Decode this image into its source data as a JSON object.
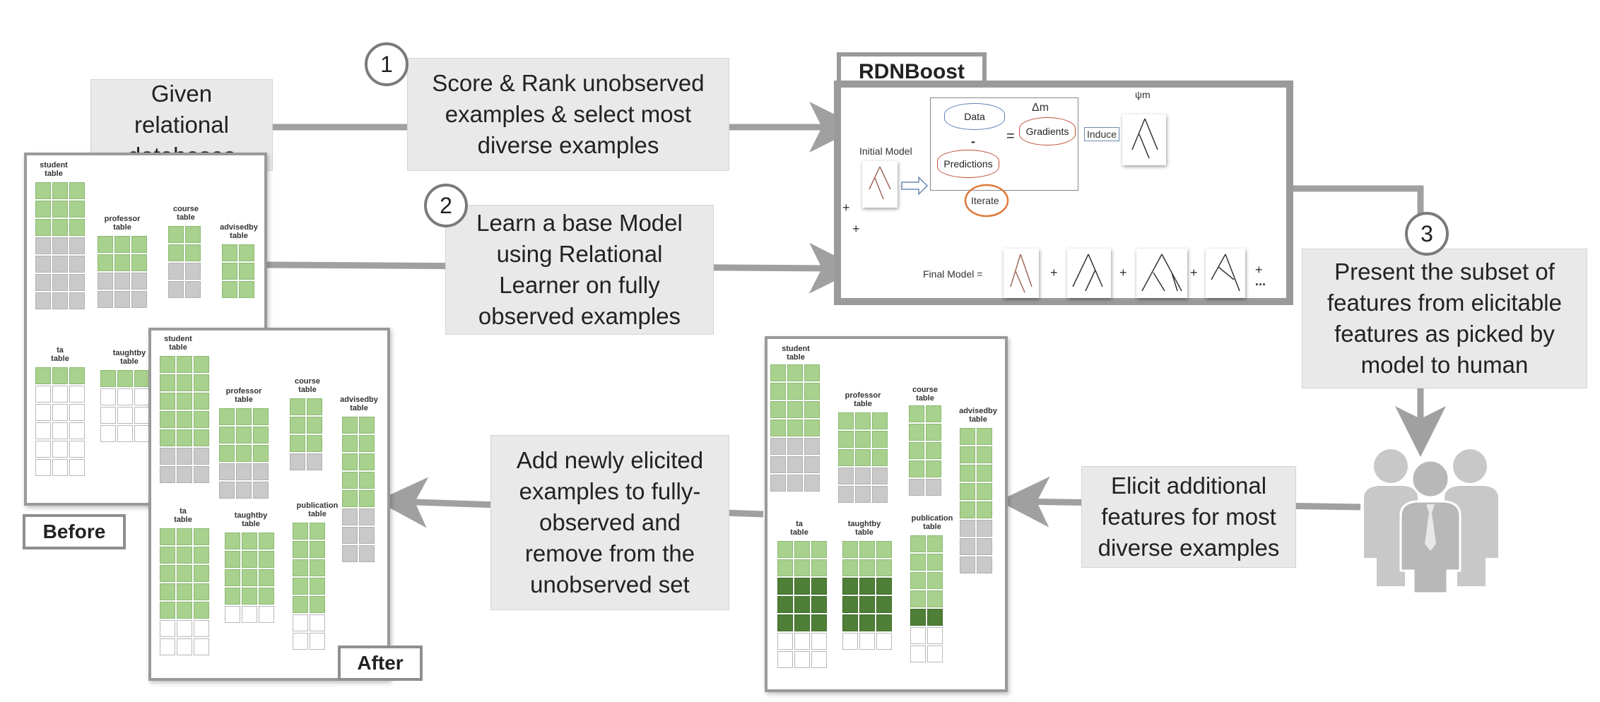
{
  "given_box": {
    "text": "Given\nrelational\ndatabases"
  },
  "step1": {
    "number": "1",
    "text": "Score & Rank unobserved\nexamples & select most\ndiverse examples"
  },
  "step2": {
    "number": "2",
    "text": "Learn a base Model\nusing Relational\nLearner on fully\nobserved examples"
  },
  "step3": {
    "number": "3",
    "text": "Present the subset of\nfeatures from elicitable\nfeatures as picked by\nmodel to human"
  },
  "add_box": {
    "text": "Add newly elicited\nexamples to fully-\nobserved and\nremove from the\nunobserved set"
  },
  "elicit_box": {
    "text": "Elicit additional\nfeatures for most\ndiverse examples"
  },
  "rdnboost": {
    "title": "RDNBoost",
    "initial_model": "Initial Model",
    "data": "Data",
    "minus": "-",
    "predictions": "Predictions",
    "equals": "=",
    "delta": "Δm",
    "gradients": "Gradients",
    "induce": "Induce",
    "psi": "ψm",
    "iterate": "Iterate",
    "final_model": "Final Model =",
    "plus": "+",
    "ellipsis": "..."
  },
  "db_labels": {
    "student": "student\ntable",
    "professor": "professor\ntable",
    "course": "course\ntable",
    "advisedby": "advisedby\ntable",
    "ta": "ta\ntable",
    "taughtby": "taughtby\ntable",
    "publication": "publication\ntable"
  },
  "captions": {
    "before": "Before",
    "after": "After"
  },
  "colors": {
    "box_fill": "#e9e9e9",
    "arrow": "#a0a0a0",
    "light_green": "#a8d18d",
    "dark_green": "#4f7f36",
    "gray_cell": "#c9c9c9"
  },
  "icons": {
    "people": "people-group-icon"
  }
}
